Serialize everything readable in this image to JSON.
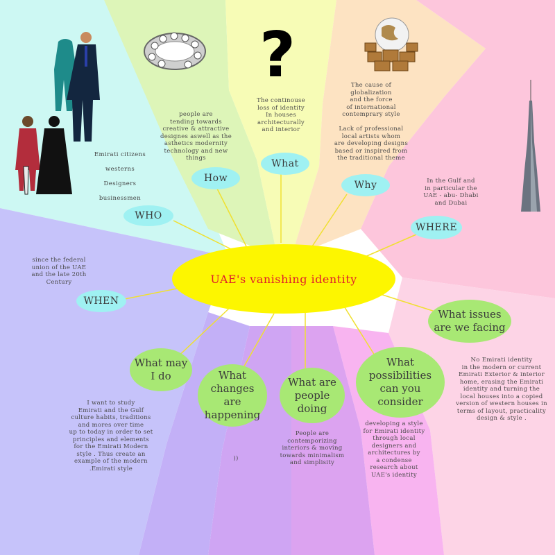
{
  "title": "UAE's vanishing identity",
  "colors": {
    "center": "#fdf600",
    "title_text": "#e0202a",
    "question_bubble": "#9ff1f2",
    "topic_bubble": "#a8e874",
    "spokes": "#f0e030"
  },
  "nodes": {
    "who": "WHO",
    "how": "How",
    "what": "What",
    "why": "Why",
    "where": "WHERE",
    "when": "WHEN",
    "issues": "What issues are we facing",
    "possibilities": "What possibilities can you consider",
    "people": "What are people doing",
    "changes": "What changes are happening",
    "may": "What may I do"
  },
  "who_list": [
    "Emirati citizens",
    "westerns",
    "Designers",
    "businessmen"
  ],
  "descriptions": {
    "how": "people are\ntending towards\ncreative & attractive\ndesignes aswell as the\nasthetics modernity\ntechnology and new\nthings",
    "what": "The continouse\nloss of identity\nIn houses\narchitecturally\nand interior",
    "why": "The cause of\nglobalization\nand the force\nof international\ncontemprary style\n\nLack of professional\nlocal artists whom\nare developing designs\nbased or inspired from\nthe traditional theme",
    "where": "In the Gulf and\nin particular the\nUAE - abu- Dhabi\nand Dubai",
    "when": "since the federal\nunion of the UAE\nand the late 20th\nCentury",
    "issues": "No Emirati identity\nin the modern or current\nEmirati Exterior & interior\nhome, erasing the Emirati\nidentity and turning the\nlocal houses into a copied\nversion of western houses in\nterms of layout, practicality\ndesign & style .",
    "possibilities": "developing a style\nfor Emirati identity\nthrough local\ndesigners and\narchitectures by\na condense\nresearch about\nUAE's identity",
    "people": "People are\ncontemporizing\ninteriors & moving\ntowards minimalism\nand simplisity",
    "changes": "))",
    "may": "I want to study\nEmirati and the Gulf\nculture habits, traditions\nand mores over time\nup to today in order to set\nprinciples and elements\nfor the Emirati Modern\nstyle . Thus create an\nexample of the modern\n.Emirati style"
  },
  "icons": [
    "people-group-icon",
    "bracelet-icon",
    "question-mark-icon",
    "globe-boxes-icon",
    "tower-icon"
  ]
}
